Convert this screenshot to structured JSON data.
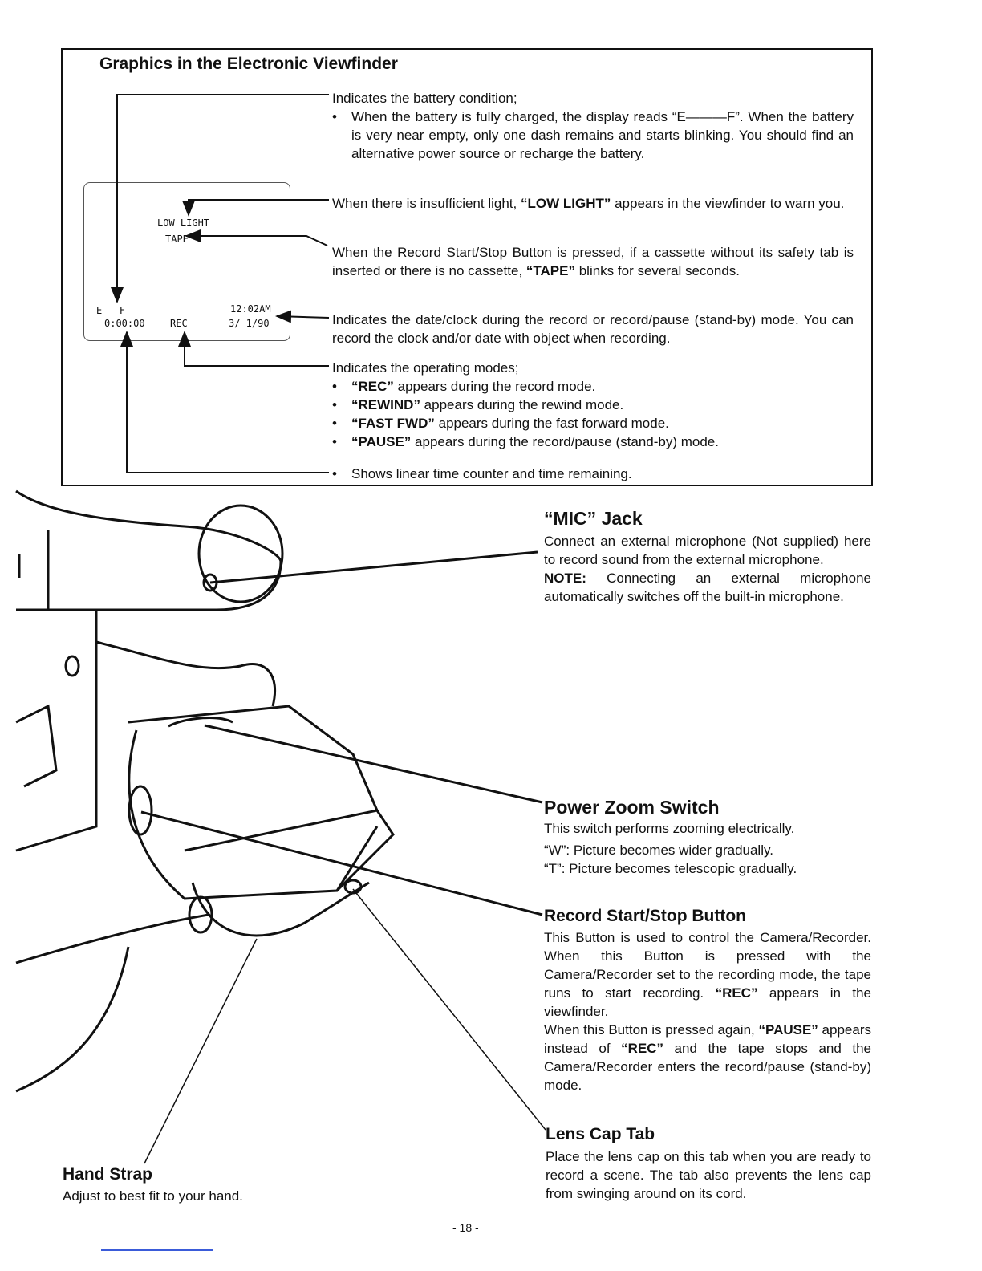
{
  "viewfinder_section": {
    "title": "Graphics in the Electronic Viewfinder",
    "display": {
      "low_light": "LOW LIGHT",
      "tape": "TAPE",
      "battery": "E---F",
      "time": "12:02AM",
      "counter": "0:00:00",
      "rec": "REC",
      "date": "3/ 1/90"
    },
    "battery_desc": {
      "line1": "Indicates the battery condition;",
      "bullet": "When the battery is fully charged, the display reads “E———F”. When the battery is very near empty, only one dash remains and starts blinking. You should find an alternative power source or recharge the battery."
    },
    "low_light_desc": {
      "pre": "When there is insufficient light, ",
      "bold": "“LOW LIGHT”",
      "post": " appears in the viewfinder to warn you."
    },
    "tape_desc": {
      "pre": "When the Record Start/Stop Button is pressed, if a cassette without its safety tab is inserted or there is no cassette, ",
      "bold": "“TAPE”",
      "post": " blinks for several seconds."
    },
    "clock_desc": "Indicates the date/clock during the record or record/pause (stand-by) mode. You can record the clock and/or date with object when recording.",
    "modes_desc": {
      "line1": "Indicates the operating modes;",
      "items": [
        {
          "bold": "“REC”",
          "text": " appears during the record mode."
        },
        {
          "bold": "“REWIND”",
          "text": " appears during the rewind mode."
        },
        {
          "bold": "“FAST FWD”",
          "text": " appears during the fast forward mode."
        },
        {
          "bold": "“PAUSE”",
          "text": " appears during the record/pause (stand-by) mode."
        }
      ]
    },
    "counter_desc": "Shows linear time counter and time remaining."
  },
  "mic_jack": {
    "title": "“MIC” Jack",
    "text": "Connect an external microphone (Not supplied) here to record sound from the external microphone.",
    "note_label": "NOTE:",
    "note_text": " Connecting an external microphone automatically switches off the built-in microphone."
  },
  "power_zoom": {
    "title": "Power Zoom Switch",
    "text": "This switch performs zooming electrically.",
    "w_text": "“W”: Picture becomes wider gradually.",
    "t_text": "“T”: Picture becomes telescopic gradually."
  },
  "record_button": {
    "title": "Record Start/Stop Button",
    "text1_pre": "This Button is used to control the Camera/Recorder. When this Button is pressed with the Camera/Recorder set to the recording mode, the tape runs to start recording. ",
    "text1_bold": "“REC”",
    "text1_post": " appears in the viewfinder.",
    "text2_pre": "When this Button is pressed again, ",
    "text2_bold1": "“PAUSE”",
    "text2_mid": " appears instead of ",
    "text2_bold2": "“REC”",
    "text2_post": " and the tape stops and the Camera/Recorder enters the record/pause (stand-by) mode."
  },
  "lens_cap": {
    "title": "Lens Cap Tab",
    "text": "Place the lens cap on this tab when you are ready to record a scene. The tab also prevents the lens cap from swinging around on its cord."
  },
  "hand_strap": {
    "title": "Hand Strap",
    "text": "Adjust to best fit to your hand."
  },
  "page_number": "- 18 -"
}
